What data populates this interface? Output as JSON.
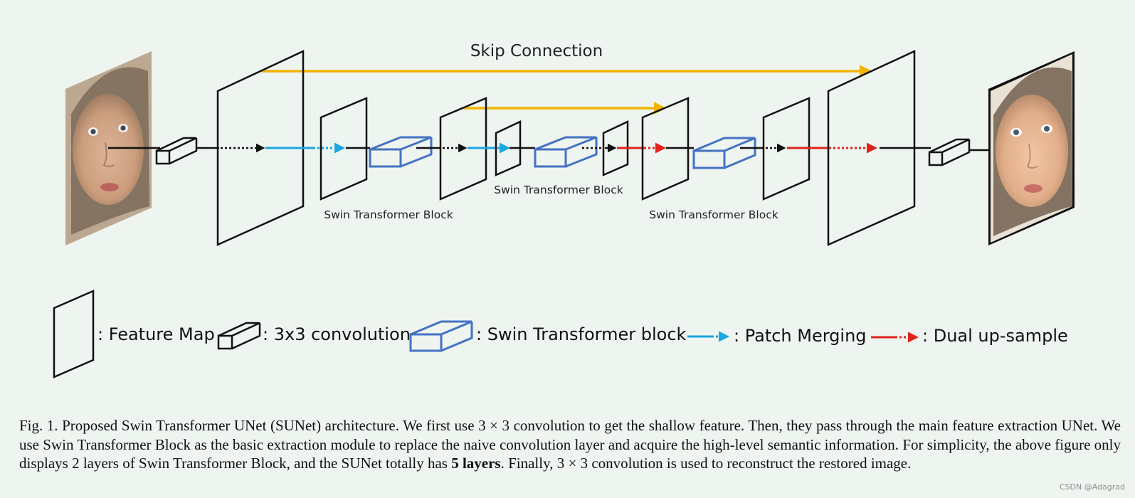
{
  "diagram": {
    "title": "Skip Connection",
    "block_labels": [
      "Swin Transformer Block",
      "Swin Transformer Block",
      "Swin Transformer Block"
    ],
    "input_image": "noisy-baby-face",
    "output_image": "restored-baby-face"
  },
  "legend": {
    "feature_map": ": Feature Map",
    "conv": ": 3x3 convolution",
    "swin": ": Swin Transformer block",
    "patch_merging": ": Patch Merging",
    "dual_upsample": ": Dual up-sample"
  },
  "colors": {
    "skip": "#f0b400",
    "patch_merging": "#1aa6e0",
    "dual_upsample": "#e0241b",
    "swin_block": "#4472c4",
    "background": "#eef4ef"
  },
  "caption": {
    "prefix": "Fig. 1.  Proposed Swin Transformer UNet (SUNet) architecture. We first use 3 × 3 convolution to get the shallow feature. Then, they pass through the main feature extraction UNet. We use Swin Transformer Block as the basic extraction module to replace the naive convolution layer and acquire the high-level semantic information. For simplicity, the above figure only displays 2 layers of Swin Transformer Block, and the SUNet totally has ",
    "bold": "5 layers",
    "suffix": ". Finally, 3 × 3 convolution is used to reconstruct the restored image."
  },
  "watermark": "CSDN @Adagrad"
}
